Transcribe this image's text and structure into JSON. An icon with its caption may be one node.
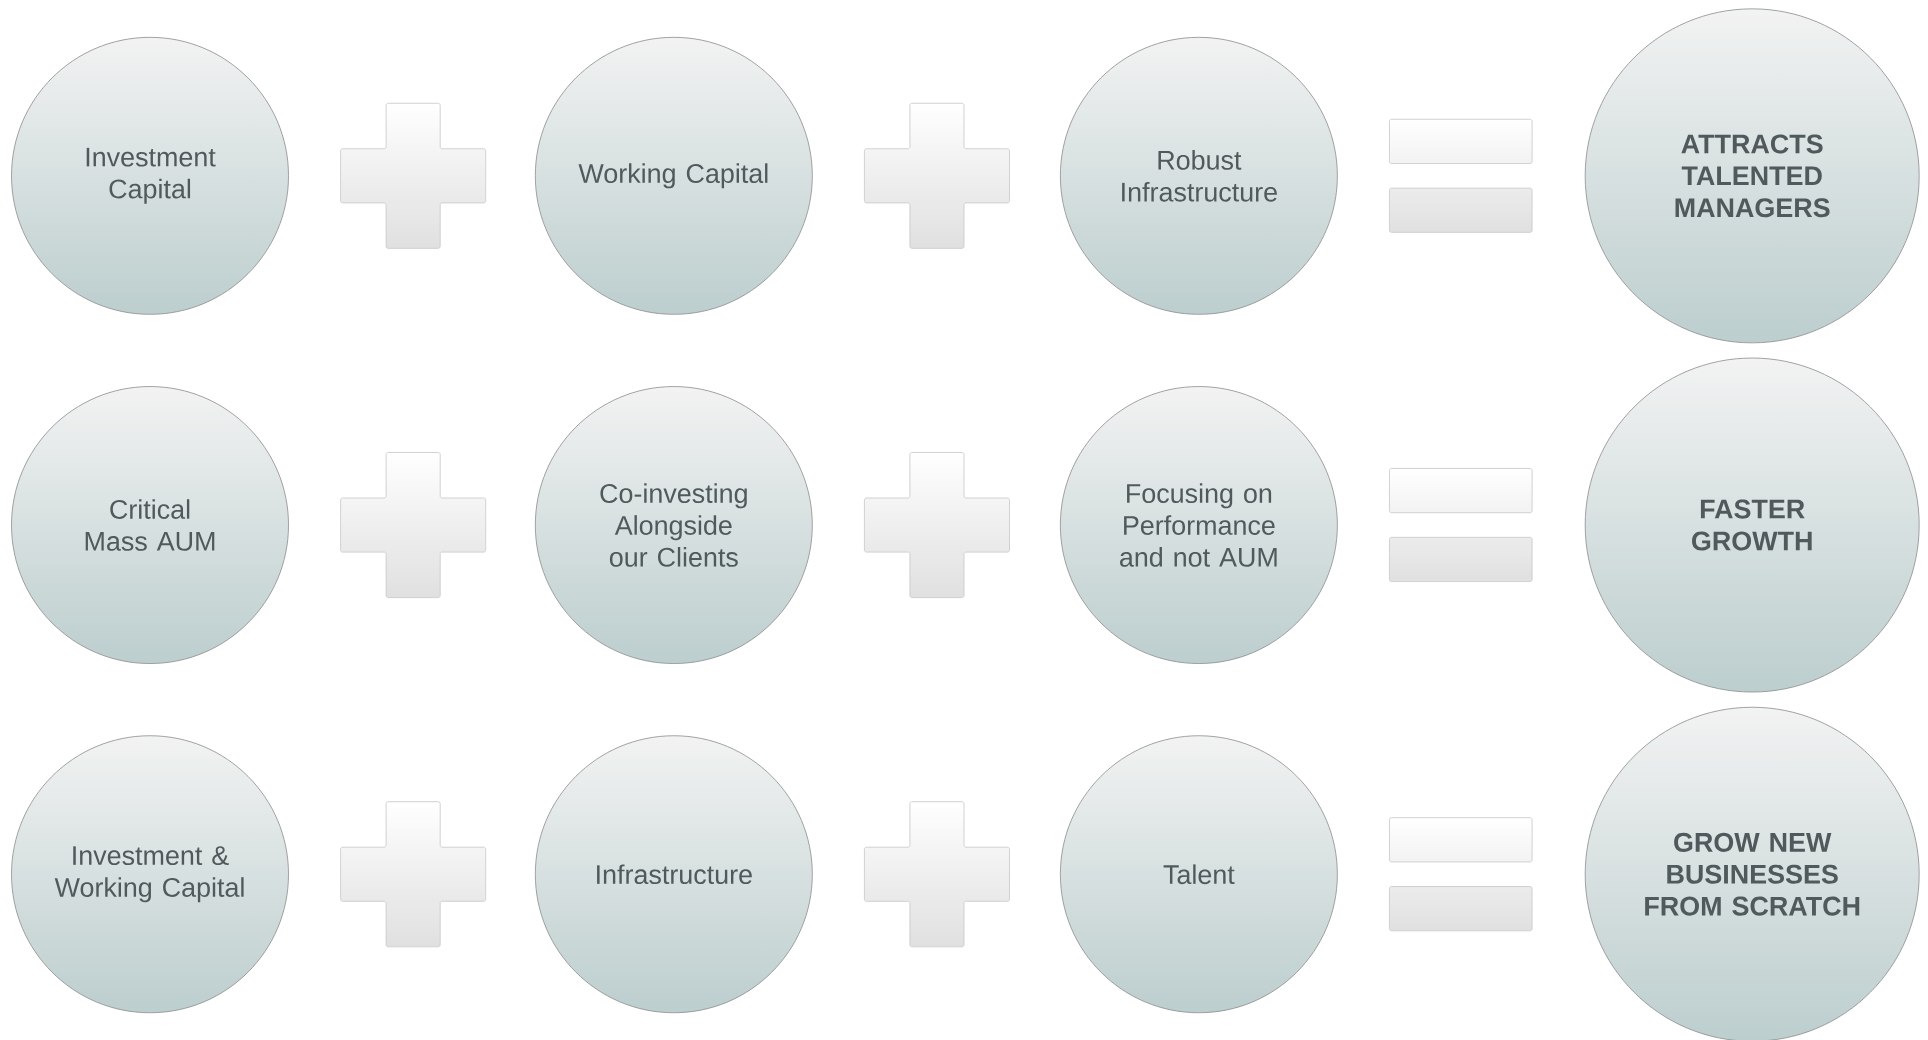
{
  "diagram": {
    "nodes": [
      {
        "text": [
          "Investment Capital"
        ]
      },
      {
        "text": [
          "Working Capital"
        ]
      },
      {
        "text": [
          "Robust Infrastructure"
        ]
      },
      {
        "text": [
          "ATTRACTS TALENTED MANAGERS"
        ]
      },
      {
        "text": [
          "Critical Mass AUM"
        ]
      },
      {
        "text": [
          "Co-investing Alongside our Clients"
        ]
      },
      {
        "text": [
          "Focusing on Performance and not AUM"
        ]
      },
      {
        "text": [
          "FASTER GROWTH"
        ]
      },
      {
        "text": [
          "Investment & Working Capital"
        ]
      },
      {
        "text": [
          "Infrastructure"
        ]
      },
      {
        "text": [
          "Talent"
        ]
      },
      {
        "text": [
          "GROW NEW BUSINESSES FROM SCRATCH"
        ]
      }
    ]
  }
}
